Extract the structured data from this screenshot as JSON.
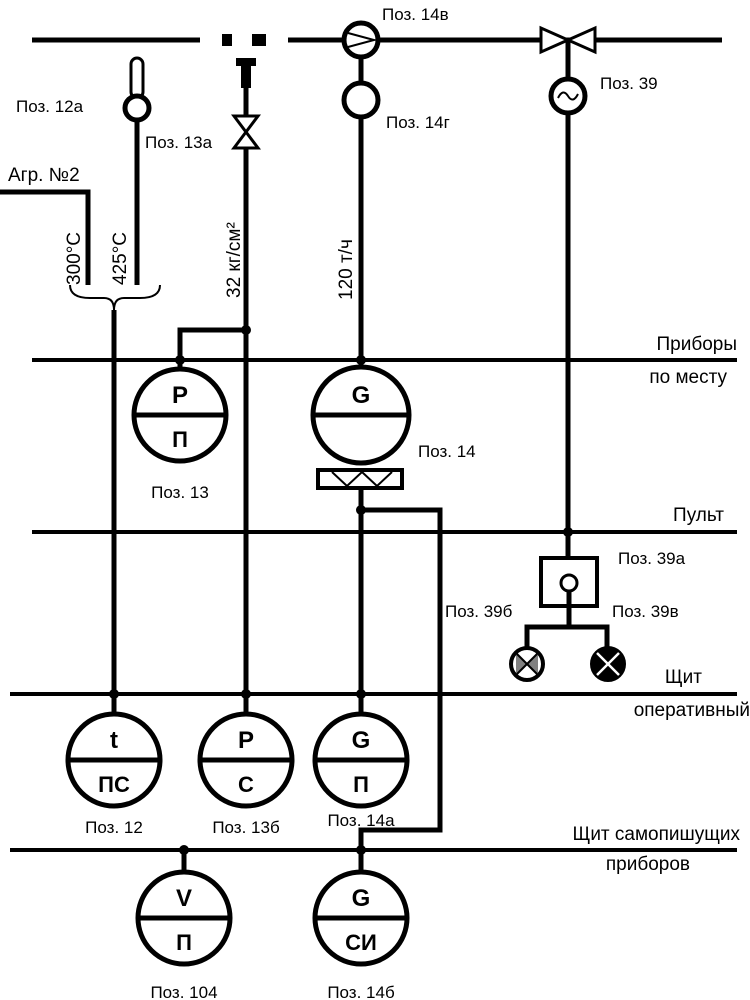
{
  "pipes": {
    "main_line": "",
    "agr2": "Агр. №2",
    "temp_300": "300°C",
    "temp_425": "425°C",
    "pressure": "32 кг/см²",
    "flow": "120 т/ч"
  },
  "levels": {
    "local": [
      "Приборы",
      "по месту"
    ],
    "console": "Пульт",
    "operative": [
      "Щит",
      "оперативный"
    ],
    "recorders": [
      "Щит самопишущих",
      "приборов"
    ]
  },
  "field_devices": {
    "pos12a": "Поз. 12а",
    "pos13a": "Поз. 13а",
    "pos14v": "Поз. 14в",
    "pos14g": "Поз. 14г",
    "pos39": "Поз. 39",
    "pos39a": "Поз. 39а",
    "pos39b": "Поз. 39б",
    "pos39v": "Поз. 39в"
  },
  "instruments": [
    {
      "top": "P",
      "bottom": "П",
      "label": "Поз. 13"
    },
    {
      "top": "G",
      "bottom": "",
      "label": "Поз. 14"
    },
    {
      "top": "t",
      "bottom": "ПС",
      "label": "Поз. 12"
    },
    {
      "top": "P",
      "bottom": "С",
      "label": "Поз. 13б"
    },
    {
      "top": "G",
      "bottom": "П",
      "label": "Поз. 14а"
    },
    {
      "top": "V",
      "bottom": "П",
      "label": "Поз. 104"
    },
    {
      "top": "G",
      "bottom": "СИ",
      "label": "Поз. 14б"
    }
  ],
  "colors": {
    "lines": "#000000",
    "lamp_left": "#808080",
    "lamp_right": "#000000"
  }
}
